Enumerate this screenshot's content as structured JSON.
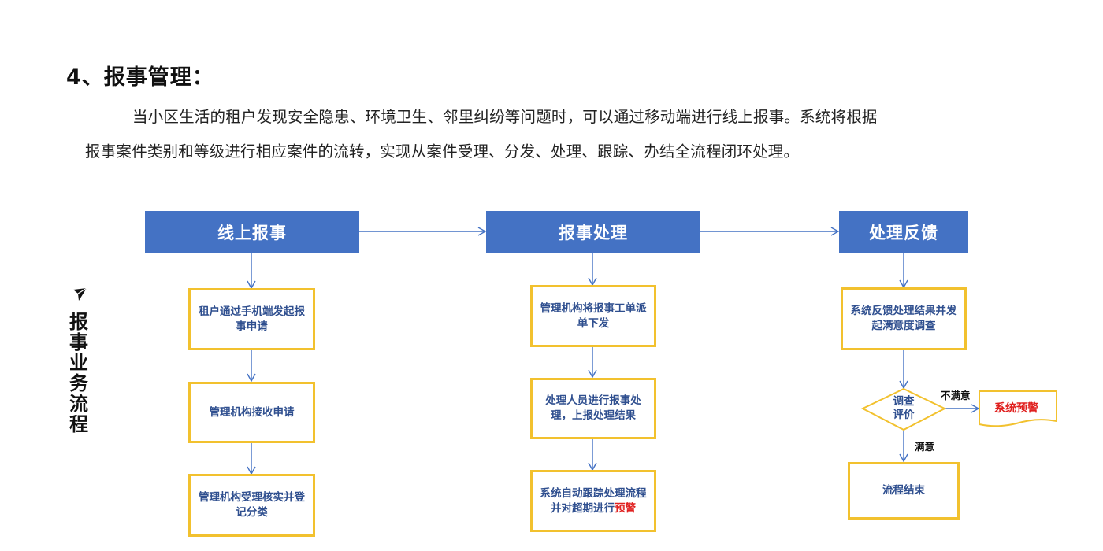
{
  "heading": {
    "title": "4、报事管理："
  },
  "description": {
    "line1": "当小区生活的租户发现安全隐患、环境卫生、邻里纠纷等问题时，可以通过移动端进行线上报事。系统将根据",
    "line2": "报事案件类别和等级进行相应案件的流转，实现从案件受理、分发、处理、跟踪、办结全流程闭环处理。"
  },
  "side_label": {
    "chars": [
      "报",
      "事",
      "业",
      "务",
      "流",
      "程"
    ],
    "text": "报事业务流程"
  },
  "colors": {
    "header_fill": "#4472c4",
    "step_border": "#f2c12e",
    "step_text": "#2f4f8f",
    "warning": "#e0201f",
    "arrow": "#4472c4"
  },
  "columns": [
    {
      "header": "线上报事",
      "steps": [
        {
          "text": "租户通过手机端发起报事申请"
        },
        {
          "text": "管理机构接收申请"
        },
        {
          "text": "管理机构受理核实并登记分类"
        }
      ]
    },
    {
      "header": "报事处理",
      "steps": [
        {
          "text": "管理机构将报事工单派单下发"
        },
        {
          "text": "处理人员进行报事处理，上报处理结果"
        },
        {
          "text": "系统自动跟踪处理流程并对超期进行",
          "highlight": "预警"
        }
      ]
    },
    {
      "header": "处理反馈",
      "steps": [
        {
          "text": "系统反馈处理结果并发起满意度调查"
        }
      ],
      "decision": {
        "text": "调查评价",
        "line1": "调查",
        "line2": "评价"
      },
      "branch_unsatisfied": {
        "label": "不满意",
        "target": "系统预警"
      },
      "branch_satisfied": {
        "label": "满意",
        "target": "流程结束"
      }
    }
  ]
}
